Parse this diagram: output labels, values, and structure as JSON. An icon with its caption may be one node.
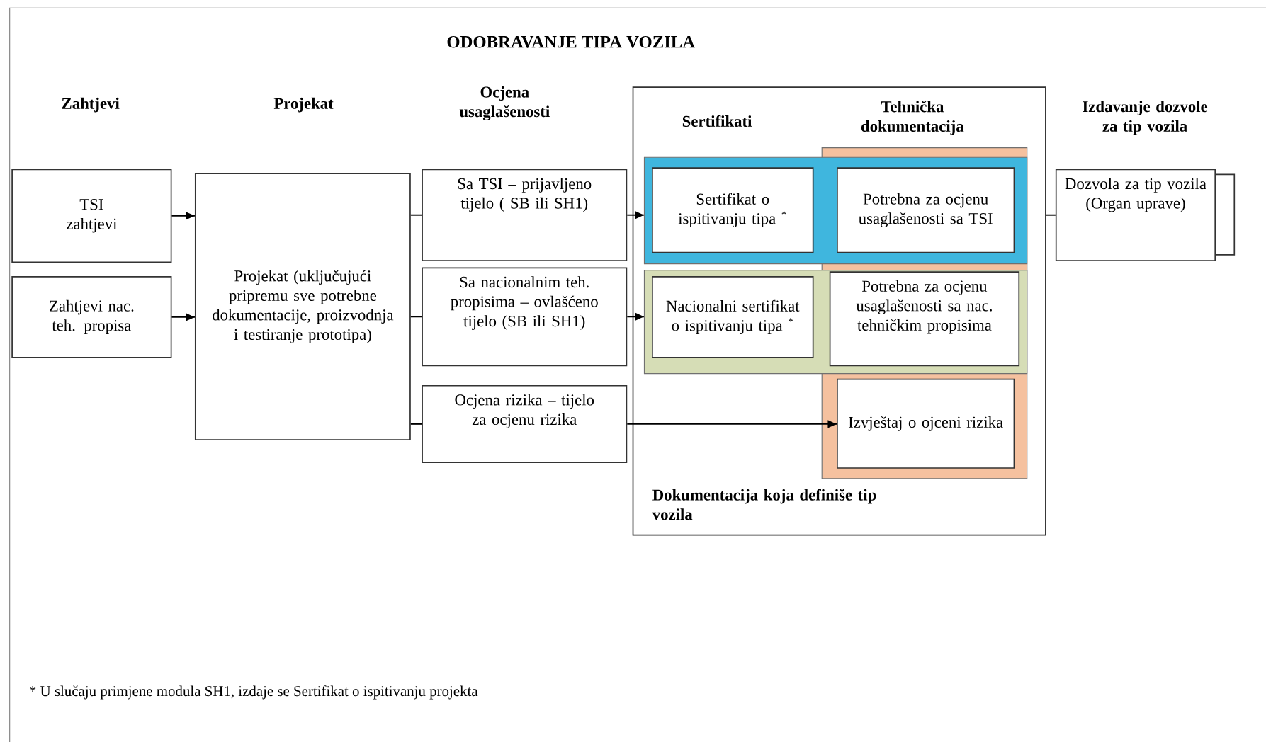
{
  "diagram": {
    "title": "ODOBRAVANJE TIPA VOZILA",
    "nodes": [
      {
        "text": [
          "TSI zahtjevi"
        ]
      },
      {
        "text": [
          "Zahtjevi nac. teh. propisa"
        ]
      },
      {
        "text": [
          "Projekat (uključujući pripremu sve potrebne dokumentacije, proizvodnja i testiranje prototipa)"
        ]
      },
      {
        "text": [
          "Sa TSI – prijavljeno tijelo ( SB ili  SH1)"
        ]
      },
      {
        "text": [
          "Sa nacionalnim teh. propisima – ovlašćeno tijelo (SB ili SH1)"
        ]
      },
      {
        "text": [
          "Ocjena rizika – tijelo za ocjenu rizika"
        ]
      },
      {
        "text": [
          "Dokumentacija koja definiše tip vozila"
        ]
      },
      {
        "text": [],
        "shape": "box",
        "in": 6
      },
      {
        "text": [
          "Sertifikat o ispitivanju tipa $^{*}$"
        ],
        "in": 7
      },
      {
        "text": [
          "Potrebna za ocjenu usaglašenosti sa TSI"
        ]
      },
      {
        "text": [],
        "shape": "box",
        "in": 6
      },
      {
        "text": [
          "Nacionalni sertifikat o ispitivanju tipa $^{*}$"
        ],
        "in": 10
      },
      {
        "text": [
          "Potrebna za ocjenu usaglašenosti sa nac. tehničkim propisima"
        ]
      },
      {
        "text": [],
        "shape": "box",
        "in": 6
      },
      {
        "text": [
          "Izvještaj o ojceni rizika"
        ],
        "in": 13
      },
      {
        "text": [],
        "shape": "box"
      },
      {
        "text": [
          "Dozvola za tip vozila (Organ uprave)"
        ]
      }
    ],
    "edges": [
      {
        "from": 0,
        "to": 2,
        "arrow": "to"
      },
      {
        "from": 1,
        "to": 2,
        "arrow": "to"
      },
      {
        "from": 2,
        "to": 3,
        "arrow": "none"
      },
      {
        "from": 2,
        "to": 4,
        "arrow": "none"
      },
      {
        "from": 2,
        "to": 5,
        "arrow": "none"
      },
      {
        "from": 3,
        "to": 7,
        "arrow": "to"
      },
      {
        "from": 4,
        "to": 10,
        "arrow": "to"
      },
      {
        "from": 5,
        "to": 14,
        "arrow": "to"
      },
      {
        "from": 6,
        "to": 16,
        "arrow": "none"
      }
    ],
    "labels": [
      "Zahtjevi",
      "Projekat",
      "Ocjena usaglašenosti",
      "Sertifikati",
      "Tehnička dokumentacija",
      "Izdavanje dozvole za tip vozila",
      "* U slučaju primjene modula SH1, izdaje se Sertifikat o ispitivanju projekta"
    ]
  }
}
